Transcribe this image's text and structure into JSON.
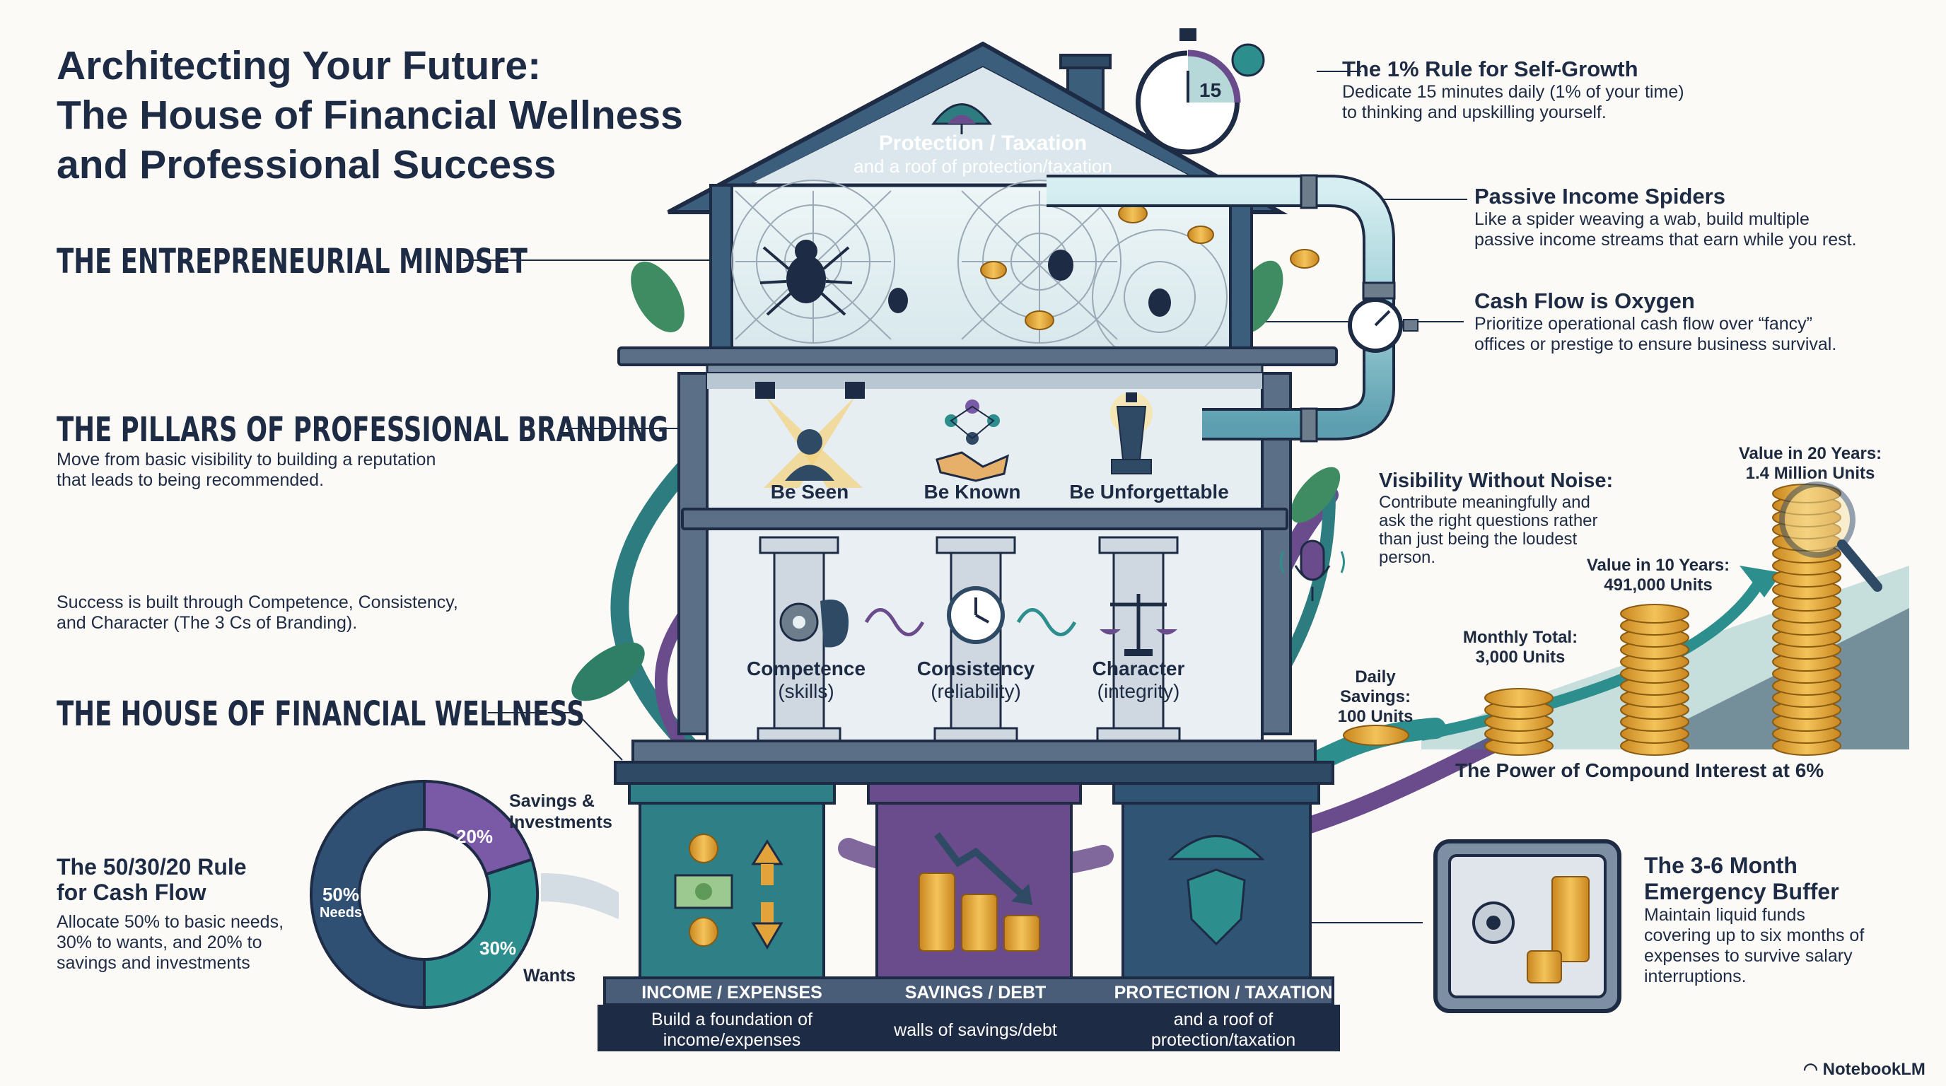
{
  "title": [
    "Architecting Your Future:",
    "The House of Financial Wellness",
    "and Professional Success"
  ],
  "roof": {
    "title": "Protection / Taxation",
    "subtitle": "and a roof of protection/taxation"
  },
  "clock": {
    "value": "15"
  },
  "sections": {
    "entrepreneurial": "THE ENTREPRENEURIAL MINDSET",
    "pillars": "THE PILLARS OF PROFESSIONAL BRANDING",
    "pillars_desc": [
      "Move from basic visibility to building a reputation",
      "that leads to being recommended."
    ],
    "success_desc": [
      "Success is built through Competence, Consistency,",
      "and Character (The 3 Cs of Branding)."
    ],
    "house": "THE HOUSE OF FINANCIAL WELLNESS"
  },
  "branding_floor": [
    {
      "label": "Be Seen",
      "icon": "person-spotlight-icon"
    },
    {
      "label": "Be Known",
      "icon": "handshake-network-icon"
    },
    {
      "label": "Be Unforgettable",
      "icon": "chess-king-icon"
    }
  ],
  "columns": [
    {
      "label": "Competence",
      "sub": "(skills)",
      "icon": "brain-gear-icon"
    },
    {
      "label": "Consistency",
      "sub": "(reliability)",
      "icon": "clock-icon"
    },
    {
      "label": "Character",
      "sub": "(integrity)",
      "icon": "scales-icon"
    }
  ],
  "foundation": [
    {
      "label": "INCOME / EXPENSES",
      "desc": [
        "Build a foundation of",
        "income/expenses"
      ],
      "color": "#2e7f86"
    },
    {
      "label": "SAVINGS / DEBT",
      "desc": [
        "walls of savings/debt"
      ],
      "color": "#6a4c8c"
    },
    {
      "label": "PROTECTION / TAXATION",
      "desc": [
        "and a roof of",
        "protection/taxation"
      ],
      "color": "#2f5474"
    }
  ],
  "rule_50_30_20": {
    "title": [
      "The 50/30/20 Rule",
      "for Cash Flow"
    ],
    "desc": [
      "Allocate 50% to basic needs,",
      "30% to wants, and 20% to",
      "savings and investments"
    ],
    "needs_pct": "50%",
    "needs_label": "Needs",
    "wants_pct": "30%",
    "wants_label": "Wants",
    "savings_pct": "20%",
    "savings_label": [
      "Savings &",
      "Investments"
    ],
    "values": [
      50,
      30,
      20
    ],
    "colors": [
      "#2f4f73",
      "#2d8e8e",
      "#7a5aa6"
    ]
  },
  "right": {
    "self_growth_title": "The 1% Rule for Self-Growth",
    "self_growth_desc": [
      "Dedicate 15 minutes daily (1% of your time)",
      "to thinking and upskilling yourself."
    ],
    "spiders_title": "Passive Income Spiders",
    "spiders_desc": [
      "Like a spider weaving a wab, build multiple",
      "passive income streams that earn while you rest."
    ],
    "cashflow_title": "Cash Flow is Oxygen",
    "cashflow_desc": [
      "Prioritize operational cash flow over “fancy”",
      "offices or prestige to ensure business survival."
    ],
    "visibility_title": "Visibility Without Noise:",
    "visibility_desc": [
      "Contribute meaningfully and",
      "ask the right questions rather",
      "than just being the loudest",
      "person."
    ],
    "emergency_title": [
      "The 3-6 Month",
      "Emergency Buffer"
    ],
    "emergency_desc": [
      "Maintain liquid funds",
      "covering up to six months of",
      "expenses to survive salary",
      "interruptions."
    ]
  },
  "compound": {
    "caption": "The Power of Compound Interest at 6%",
    "daily": [
      "Daily Savings:",
      "100 Units"
    ],
    "monthly": [
      "Monthly Total:",
      "3,000 Units"
    ],
    "ten_years": [
      "Value in 10 Years:",
      "491,000 Units"
    ],
    "twenty_years": [
      "Value in 20 Years:",
      "1.4 Million Units"
    ]
  },
  "brand": "NotebookLM",
  "colors": {
    "navy": "#1e2b45",
    "teal": "#2e7f86",
    "purple": "#6a4c8c",
    "gold": "#e2a43a",
    "slate": "#5a6b80"
  }
}
